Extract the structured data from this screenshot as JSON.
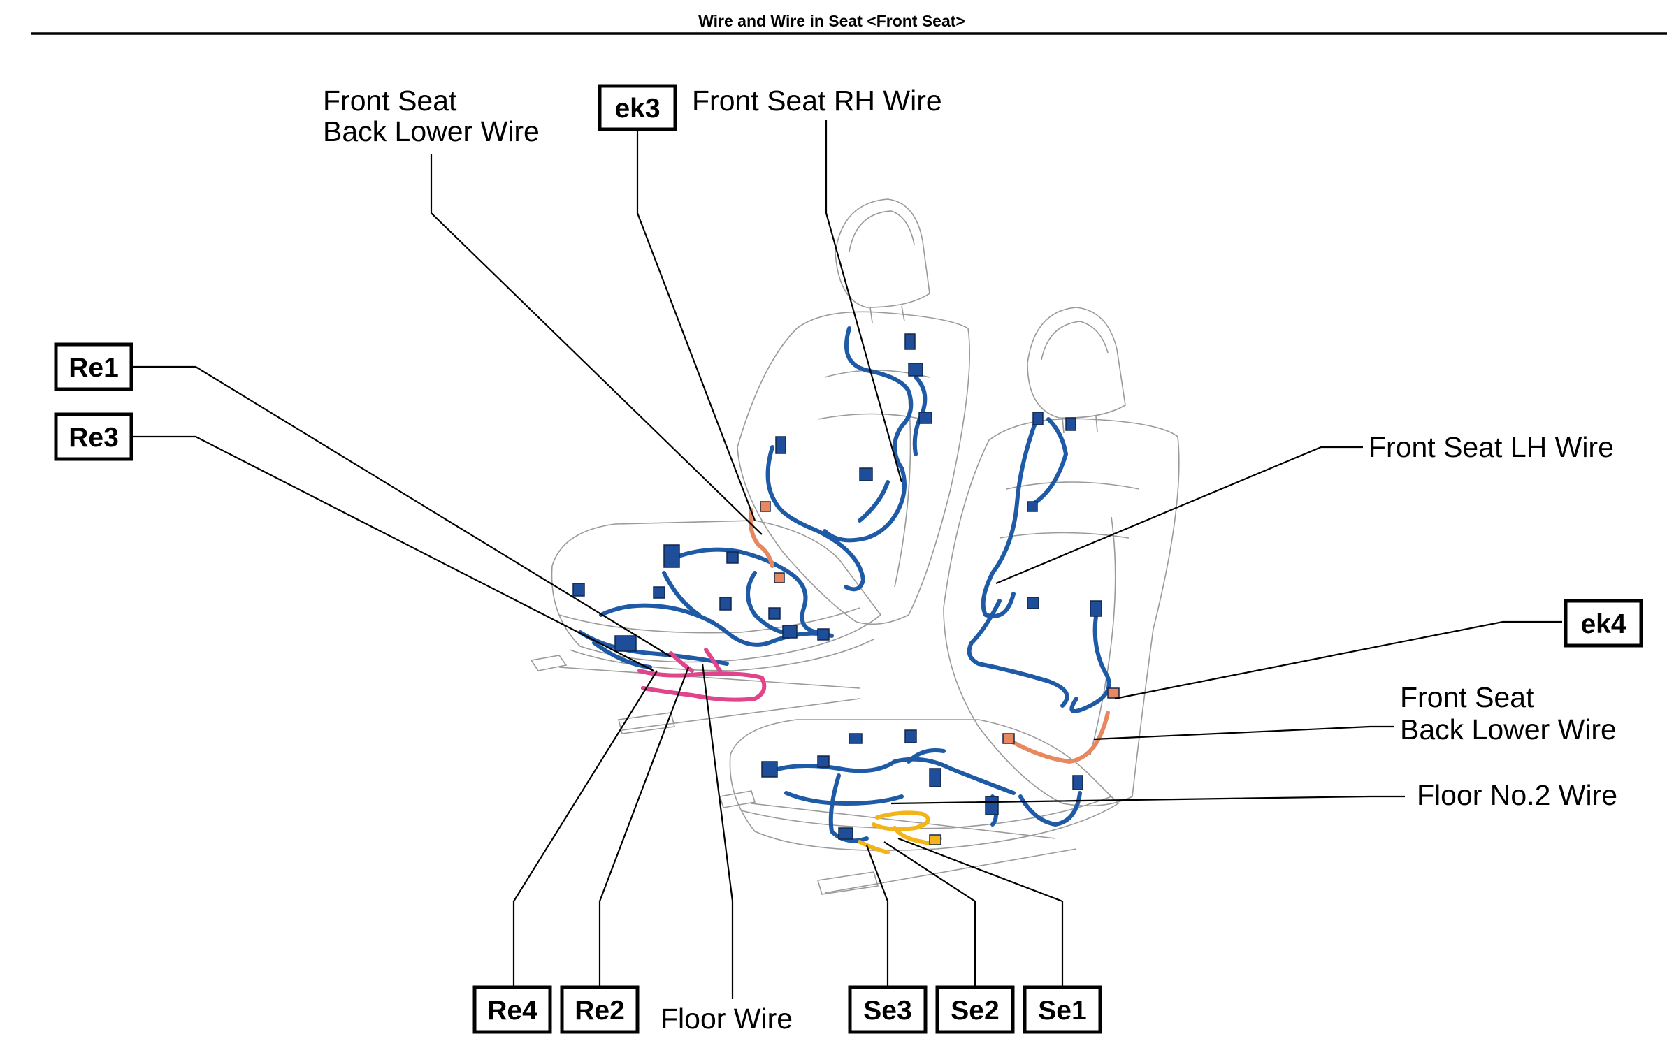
{
  "page": {
    "title": "Wire and Wire in Seat <Front Seat>"
  },
  "labels": {
    "front_seat_back_lower_wire_top_line1": "Front Seat",
    "front_seat_back_lower_wire_top_line2": "Back Lower Wire",
    "front_seat_rh_wire": "Front Seat RH Wire",
    "front_seat_lh_wire": "Front Seat LH Wire",
    "front_seat_back_lower_wire_right_line1": "Front Seat",
    "front_seat_back_lower_wire_right_line2": "Back Lower Wire",
    "floor_no2_wire": "Floor No.2 Wire",
    "floor_wire": "Floor Wire"
  },
  "connectors": {
    "ek3": "ek3",
    "re1": "Re1",
    "re3": "Re3",
    "ek4": "ek4",
    "re4": "Re4",
    "re2": "Re2",
    "se3": "Se3",
    "se2": "Se2",
    "se1": "Se1"
  },
  "colors": {
    "harness_blue": "#1f5aa6",
    "connector_blue": "#1e4d9a",
    "floor_wire_pink": "#e0448a",
    "floor_no2_wire_yellow": "#f2b418",
    "back_lower_wire_orange": "#e88860",
    "seat_outline": "#9a9a9a"
  }
}
